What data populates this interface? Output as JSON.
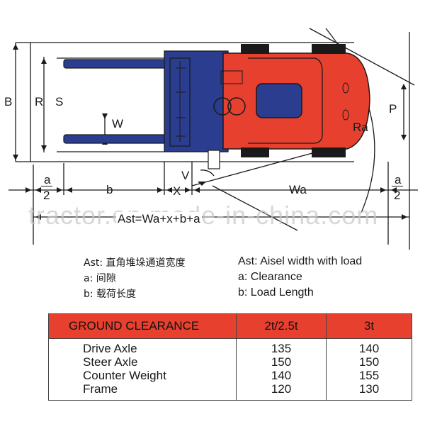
{
  "dim_labels": {
    "B": "B",
    "R": "R",
    "S": "S",
    "W": "W",
    "V": "V",
    "X": "X",
    "b": "b",
    "Wa": "Wa",
    "P": "P",
    "Ra": "Ra",
    "a_left_num": "a",
    "a_left_den": "2",
    "a_right_num": "a",
    "a_right_den": "2",
    "ast_formula": "Ast=Wa+x+b+a"
  },
  "watermark": "tractor.en.made-in-china.com",
  "legend": {
    "cn": [
      "Ast: 直角堆垛通道宽度",
      "a: 间隙",
      "b: 载荷长度"
    ],
    "en": [
      "Ast: Aisel width with load",
      "a: Clearance",
      "b: Load Length"
    ]
  },
  "table": {
    "headers": [
      "GROUND CLEARANCE",
      "2t/2.5t",
      "3t"
    ],
    "rows": [
      [
        "Drive Axle",
        "135",
        "140"
      ],
      [
        "Steer Axle",
        "150",
        "150"
      ],
      [
        "Counter Weight",
        "140",
        "155"
      ],
      [
        "Frame",
        "120",
        "130"
      ]
    ]
  },
  "colors": {
    "body_red": "#e8402f",
    "mast_blue": "#2a3d8f",
    "dark": "#1a1a1a",
    "header_red": "#e8402f"
  }
}
